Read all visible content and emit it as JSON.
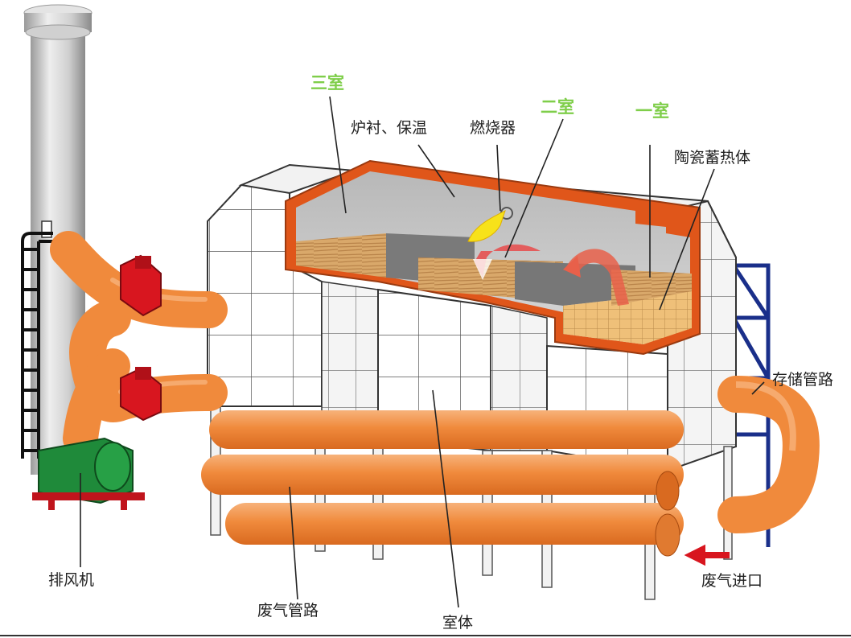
{
  "labels": {
    "room_three": "三室",
    "lining_insulation": "炉衬、保温",
    "burner": "燃烧器",
    "room_two": "二室",
    "room_one": "一室",
    "ceramic_regenerator": "陶瓷蓄热体",
    "storage_pipe": "存储管路",
    "exhaust_fan": "排风机",
    "waste_gas_pipe": "废气管路",
    "chamber_body": "室体",
    "waste_gas_inlet": "废气进口"
  },
  "colors": {
    "pipe_orange": "#f08a3c",
    "pipe_highlight": "#f7b27a",
    "valve_red": "#d8161f",
    "fan_green": "#1f8a3a",
    "frame_blue": "#1a2f8a",
    "lining_orange": "#e0561a",
    "ceramic_tan": "#d9a86a",
    "label_green": "#7fce4a"
  }
}
